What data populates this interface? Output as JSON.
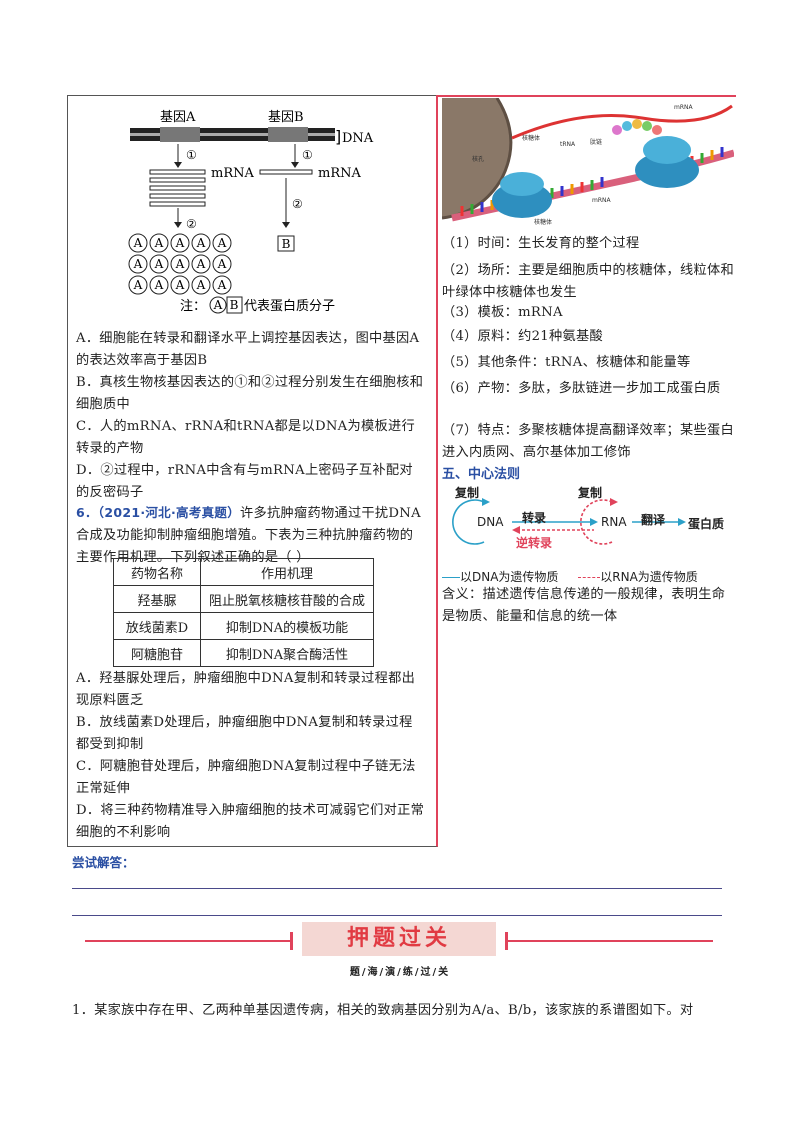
{
  "figure_gene": {
    "gene_a": "基因A",
    "gene_b": "基因B",
    "dna": "DNA",
    "step1_a": "①",
    "step1_b": "①",
    "mrna_a": "mRNA",
    "mrna_b": "mRNA",
    "step2_a": "②",
    "step2_b": "②",
    "protein_a": "A",
    "protein_b": "B",
    "note": "注：",
    "note_a": "A",
    "note_b": "B",
    "note_text": "代表蛋白质分子"
  },
  "q5_options": [
    "A．细胞能在转录和翻译水平上调控基因表达，图中基因A的表达效率高于基因B",
    "B．真核生物核基因表达的①和②过程分别发生在细胞核和细胞质中",
    "C．人的mRNA、rRNA和tRNA都是以DNA为模板进行转录的产物",
    "D．②过程中，rRNA中含有与mRNA上密码子互补配对的反密码子"
  ],
  "q6": {
    "head": "6．（2021·河北·高考真题）",
    "stem": "许多抗肿瘤药物通过干扰DNA合成及功能抑制肿瘤细胞增殖。下表为三种抗肿瘤药物的主要作用机理。下列叙述正确的是（    ）",
    "table_header": [
      "药物名称",
      "作用机理"
    ],
    "table_rows": [
      [
        "羟基脲",
        "阻止脱氧核糖核苷酸的合成"
      ],
      [
        "放线菌素D",
        "抑制DNA的模板功能"
      ],
      [
        "阿糖胞苷",
        "抑制DNA聚合酶活性"
      ]
    ],
    "options": [
      "A．羟基脲处理后，肿瘤细胞中DNA复制和转录过程都出现原料匮乏",
      "B．放线菌素D处理后，肿瘤细胞中DNA复制和转录过程都受到抑制",
      "C．阿糖胞苷处理后，肿瘤细胞DNA复制过程中子链无法正常延伸",
      "D．将三种药物精准导入肿瘤细胞的技术可减弱它们对正常细胞的不利影响"
    ]
  },
  "ribosome_figure": {
    "labels": [
      "mRNA",
      "核糖体",
      "tRNA",
      "肽链",
      "核孔",
      "mRNA",
      "核糖体"
    ]
  },
  "translation_points": [
    "（1）时间：生长发育的整个过程",
    "（2）场所：主要是细胞质中的核糖体，线粒体和叶绿体中核糖体也发生",
    "（3）模板：mRNA",
    "（4）原料：约21种氨基酸",
    "（5）其他条件：tRNA、核糖体和能量等",
    "（6）产物：多肽，多肽链进一步加工成蛋白质",
    "（7）特点：多聚核糖体提高翻译效率；某些蛋白进入内质网、高尔基体加工修饰"
  ],
  "central_dogma": {
    "title": "五、中心法则",
    "replicate_1": "复制",
    "replicate_2": "复制",
    "dna": "DNA",
    "transcribe": "转录",
    "reverse": "逆转录",
    "rna": "RNA",
    "translate": "翻译",
    "protein": "蛋白质",
    "legend_solid": "以DNA为遗传物质",
    "legend_dashed": "以RNA为遗传物质",
    "meaning": "含义：描述遗传信息传递的一般规律，表明生命是物质、能量和信息的统一体"
  },
  "answer_label": "尝试解答：",
  "banner": {
    "title": "押题过关",
    "subtitle": "题/海/演/练/过/关"
  },
  "q1_stem": "1．某家族中存在甲、乙两种单基因遗传病，相关的致病基因分别为A/a、B/b，该家族的系谱图如下。对",
  "colors": {
    "accent_red": "#e0435b",
    "blue": "#2a4fa3",
    "banner_bg": "#f4d7d3"
  }
}
